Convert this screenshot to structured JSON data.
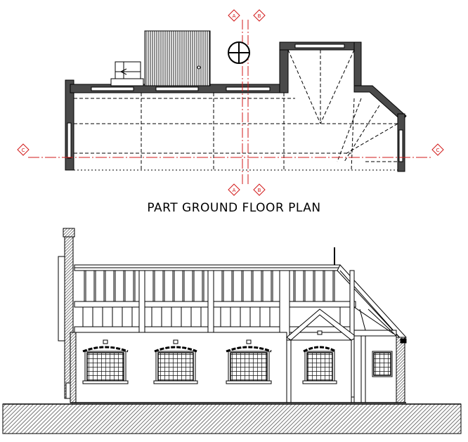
{
  "plan_title": "PART GROUND FLOOR PLAN",
  "section_markers": {
    "a_top": "A",
    "b_top": "B",
    "a_bottom": "A",
    "b_bottom": "B",
    "c_left": "C",
    "c_right": "C"
  },
  "colors": {
    "line": "#000000",
    "section": "#d21919",
    "wall_fill": "#4a4a4a",
    "ground_hatch": "#9a9a9a"
  }
}
